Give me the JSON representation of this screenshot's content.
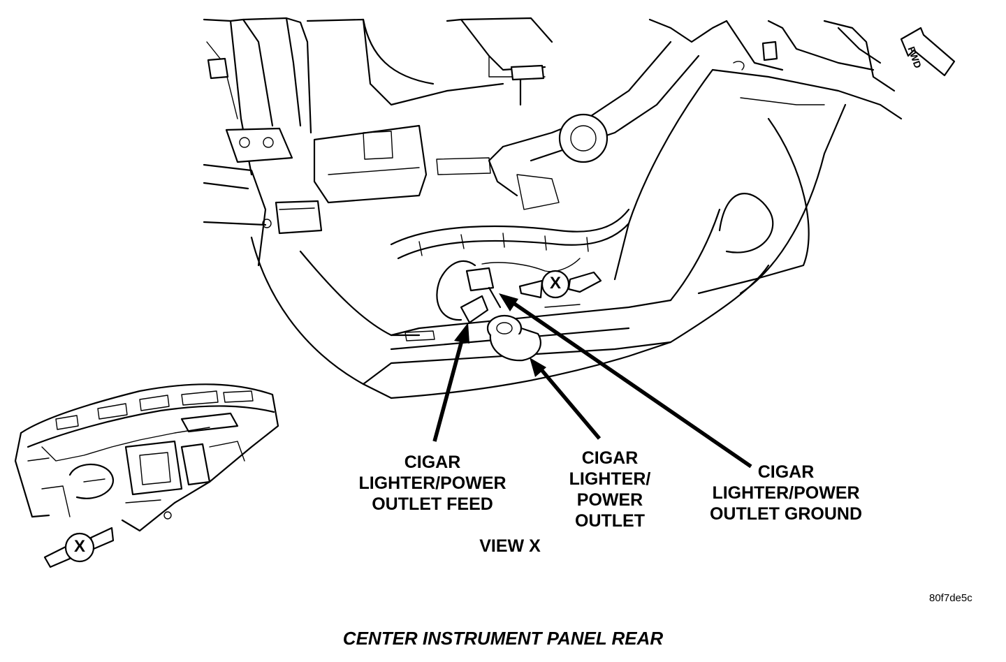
{
  "diagram": {
    "caption": "CENTER INSTRUMENT PANEL REAR",
    "reference_code": "80f7de5c",
    "direction_label": "FWD",
    "view_marker": "X",
    "view_title": "VIEW X",
    "callouts": [
      {
        "lines": [
          "CIGAR",
          "LIGHTER/POWER",
          "OUTLET FEED"
        ]
      },
      {
        "lines": [
          "CIGAR",
          "LIGHTER/",
          "POWER",
          "OUTLET"
        ]
      },
      {
        "lines": [
          "CIGAR",
          "LIGHTER/POWER",
          "OUTLET GROUND"
        ]
      }
    ]
  }
}
